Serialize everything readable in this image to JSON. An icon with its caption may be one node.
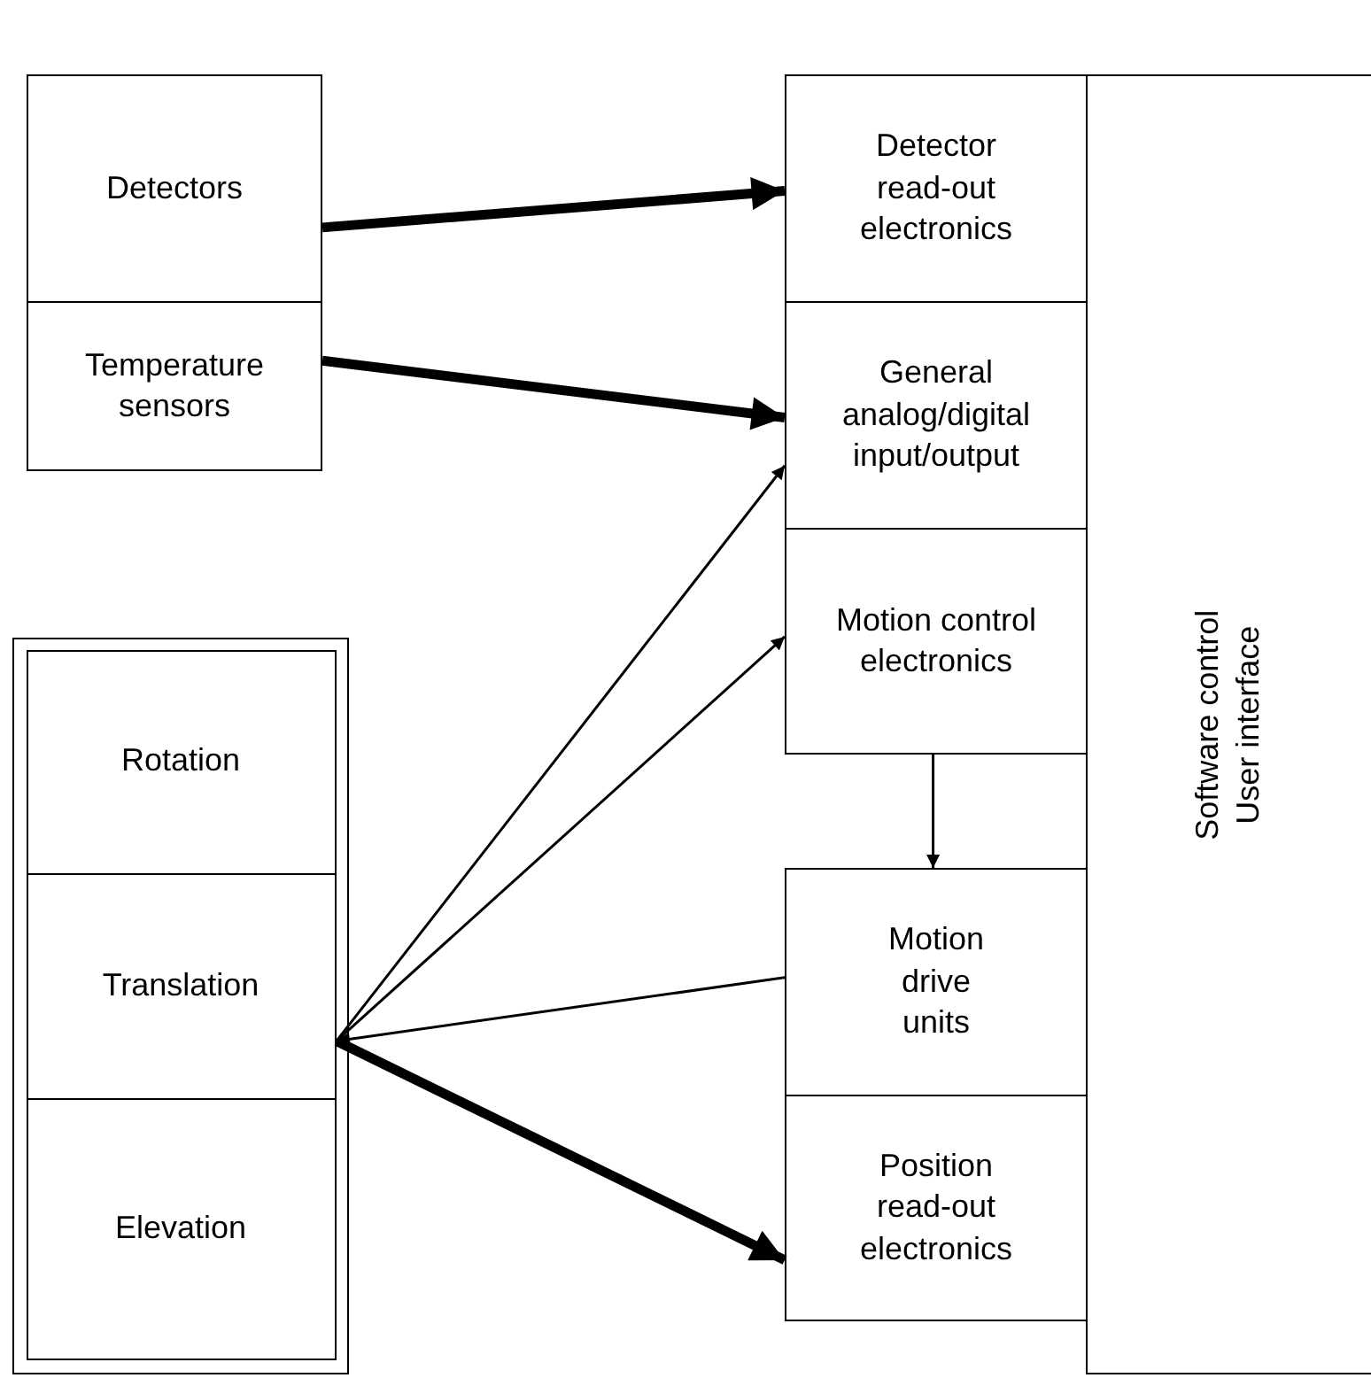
{
  "diagram": {
    "nodes": [
      {
        "text": [
          "Detectors"
        ]
      },
      {
        "text": [
          "Temperature sensors"
        ]
      },
      {
        "text": [],
        "shape": "box"
      },
      {
        "text": [
          "Rotation"
        ],
        "in": 2
      },
      {
        "text": [
          "Translation"
        ],
        "in": 2
      },
      {
        "text": [
          "Elevation"
        ],
        "in": 2
      },
      {
        "text": [
          "Detector read-out electronics"
        ]
      },
      {
        "text": [
          "General analog/digital input/output"
        ]
      },
      {
        "text": [
          "Motion control electronics"
        ]
      },
      {
        "text": [
          "Motion drive units"
        ]
      },
      {
        "text": [
          "Position read-out electronics"
        ]
      },
      {
        "text": [
          "Software control",
          "User interface"
        ]
      }
    ],
    "edges": [
      {
        "from": 0,
        "to": 6,
        "arrow": "to",
        "style": "thick"
      },
      {
        "from": 1,
        "to": 7,
        "arrow": "to",
        "style": "thick"
      },
      {
        "from": 4,
        "to": 7,
        "arrow": "to"
      },
      {
        "from": 4,
        "to": 8,
        "arrow": "to"
      },
      {
        "from": 8,
        "to": 9,
        "arrow": "to"
      },
      {
        "from": 9,
        "to": 4,
        "arrow": "to"
      },
      {
        "from": 4,
        "to": 10,
        "arrow": "to",
        "style": "thick"
      }
    ]
  }
}
